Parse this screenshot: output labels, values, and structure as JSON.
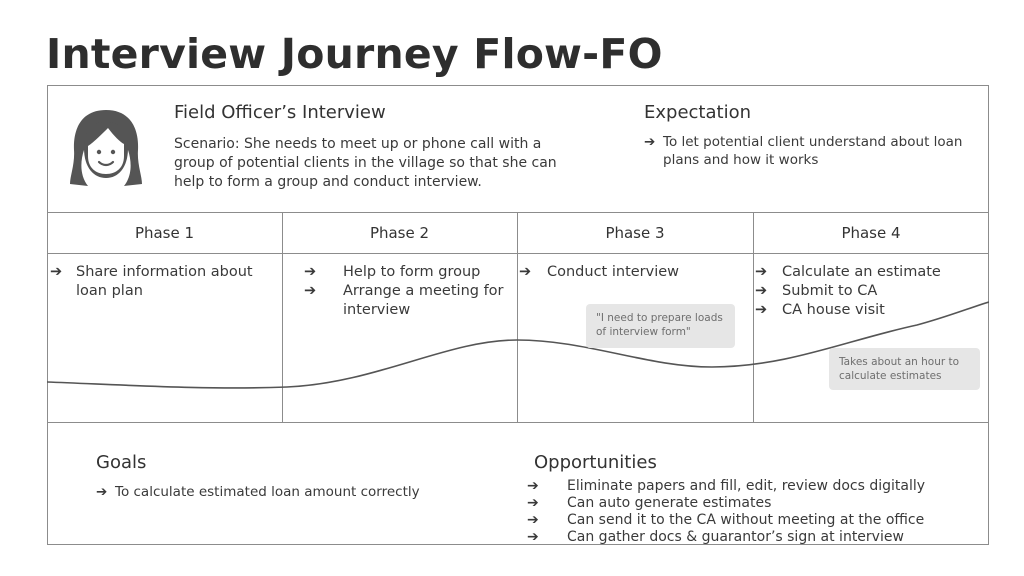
{
  "title": "Interview Journey Flow-FO",
  "persona": {
    "icon": "woman-avatar-icon",
    "title": "Field Officer’s Interview",
    "scenario": "Scenario: She needs to meet up or phone call with a group of potential clients in the village so that she can help to form a group and conduct interview."
  },
  "expectation": {
    "title": "Expectation",
    "items": [
      "To let potential client understand about loan plans and how it works"
    ]
  },
  "phases": [
    {
      "label": "Phase 1",
      "items": [
        "Share information about loan plan"
      ]
    },
    {
      "label": "Phase 2",
      "items": [
        "Help to form group",
        "Arrange a meeting for interview"
      ]
    },
    {
      "label": "Phase 3",
      "items": [
        "Conduct interview"
      ]
    },
    {
      "label": "Phase 4",
      "items": [
        "Calculate an estimate",
        "Submit to CA",
        "CA house visit"
      ]
    }
  ],
  "quotes": [
    "\"I need to prepare loads of interview form\"",
    "Takes about an hour to calculate estimates"
  ],
  "goals": {
    "title": "Goals",
    "items": [
      "To calculate estimated loan amount correctly"
    ]
  },
  "opportunities": {
    "title": "Opportunities",
    "items": [
      "Eliminate papers and fill, edit, review docs digitally",
      "Can auto generate estimates",
      "Can send it to the CA without meeting at the office",
      "Can gather docs & guarantor’s sign at interview"
    ]
  },
  "arrow_glyph": "➔",
  "colors": {
    "border": "#8c8c8c",
    "bubble": "#e6e6e6",
    "curve": "#555555",
    "icon": "#555555"
  }
}
